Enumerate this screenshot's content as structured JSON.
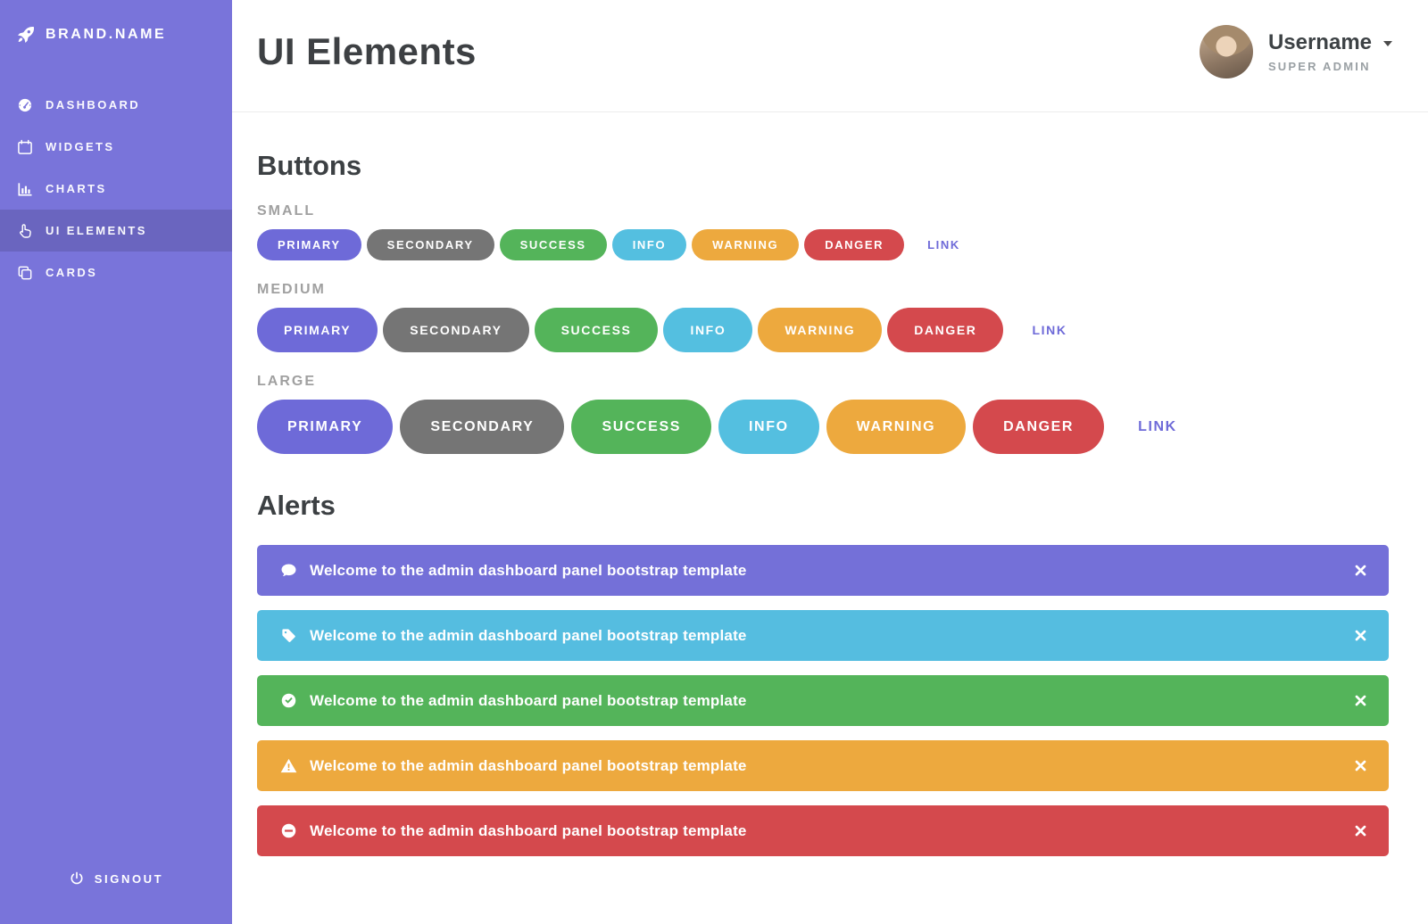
{
  "colors": {
    "sidebar_bg": "#7974da",
    "primary": "#6e6ad8",
    "secondary": "#757575",
    "success": "#54b45a",
    "info": "#54bfe0",
    "warning": "#eda93e",
    "danger": "#d4494d",
    "link": "#6e6ad8"
  },
  "sidebar": {
    "brand": "BRAND.NAME",
    "items": [
      {
        "label": "DASHBOARD",
        "icon": "dashboard-icon",
        "active": false
      },
      {
        "label": "WIDGETS",
        "icon": "calendar-icon",
        "active": false
      },
      {
        "label": "CHARTS",
        "icon": "bar-chart-icon",
        "active": false
      },
      {
        "label": "UI ELEMENTS",
        "icon": "hand-icon",
        "active": true
      },
      {
        "label": "CARDS",
        "icon": "cards-icon",
        "active": false
      }
    ],
    "signout_label": "SIGNOUT"
  },
  "header": {
    "title": "UI Elements",
    "user": {
      "name": "Username",
      "role": "SUPER ADMIN"
    }
  },
  "buttons": {
    "heading": "Buttons",
    "groups": [
      {
        "size_label": "SMALL",
        "buttons": [
          {
            "label": "PRIMARY",
            "variant": "primary"
          },
          {
            "label": "SECONDARY",
            "variant": "secondary"
          },
          {
            "label": "SUCCESS",
            "variant": "success"
          },
          {
            "label": "INFO",
            "variant": "info"
          },
          {
            "label": "WARNING",
            "variant": "warning"
          },
          {
            "label": "DANGER",
            "variant": "danger"
          }
        ],
        "link_label": "LINK"
      },
      {
        "size_label": "MEDIUM",
        "buttons": [
          {
            "label": "PRIMARY",
            "variant": "primary"
          },
          {
            "label": "SECONDARY",
            "variant": "secondary"
          },
          {
            "label": "SUCCESS",
            "variant": "success"
          },
          {
            "label": "INFO",
            "variant": "info"
          },
          {
            "label": "WARNING",
            "variant": "warning"
          },
          {
            "label": "DANGER",
            "variant": "danger"
          }
        ],
        "link_label": "LINK"
      },
      {
        "size_label": "LARGE",
        "buttons": [
          {
            "label": "PRIMARY",
            "variant": "primary"
          },
          {
            "label": "SECONDARY",
            "variant": "secondary"
          },
          {
            "label": "SUCCESS",
            "variant": "success"
          },
          {
            "label": "INFO",
            "variant": "info"
          },
          {
            "label": "WARNING",
            "variant": "warning"
          },
          {
            "label": "DANGER",
            "variant": "danger"
          }
        ],
        "link_label": "LINK"
      }
    ]
  },
  "alerts": {
    "heading": "Alerts",
    "items": [
      {
        "variant": "primary",
        "icon": "comment-icon",
        "message": "Welcome to the admin dashboard panel bootstrap template"
      },
      {
        "variant": "info",
        "icon": "tag-icon",
        "message": "Welcome to the admin dashboard panel bootstrap template"
      },
      {
        "variant": "success",
        "icon": "check-circle-icon",
        "message": "Welcome to the admin dashboard panel bootstrap template"
      },
      {
        "variant": "warning",
        "icon": "warning-triangle-icon",
        "message": "Welcome to the admin dashboard panel bootstrap template"
      },
      {
        "variant": "danger",
        "icon": "minus-circle-icon",
        "message": "Welcome to the admin dashboard panel bootstrap template"
      }
    ]
  }
}
